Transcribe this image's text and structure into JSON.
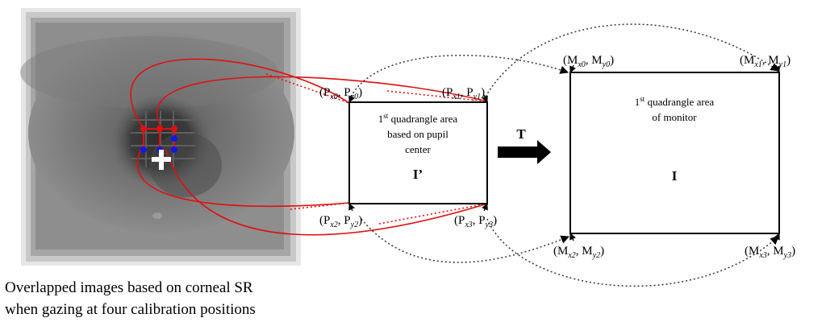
{
  "eye_panel": {
    "caption_line1": "Overlapped images based on corneal SR",
    "caption_line2": "when gazing at four calibration positions",
    "point_colors": {
      "upper": "#e01010",
      "lower": "#1515e6"
    }
  },
  "pupil_quad": {
    "text": [
      "1",
      "st",
      " quadrangle area",
      "based on pupil",
      "center"
    ],
    "symbol": "I’",
    "corners": [
      {
        "base": "(P",
        "sub1": "x0",
        "mid": ", P",
        "sub2": "y0",
        "end": ")"
      },
      {
        "base": "(P",
        "sub1": "x1",
        "mid": ", P",
        "sub2": "y1",
        "end": ")"
      },
      {
        "base": "(P",
        "sub1": "x2",
        "mid": ", P",
        "sub2": "y2",
        "end": ")"
      },
      {
        "base": "(P",
        "sub1": "x3",
        "mid": ", P",
        "sub2": "y3",
        "end": ")"
      }
    ]
  },
  "transform": {
    "label": "T"
  },
  "monitor_quad": {
    "text": [
      "1",
      "st",
      " quadrangle area",
      "of monitor"
    ],
    "symbol": "I",
    "corners": [
      {
        "base": "(M",
        "sub1": "x0",
        "mid": ", M",
        "sub2": "y0",
        "end": ")"
      },
      {
        "base": "(M",
        "sub1": "x1",
        "mid": ", M",
        "sub2": "y1",
        "end": ")"
      },
      {
        "base": "(M",
        "sub1": "x2",
        "mid": ", M",
        "sub2": "y2",
        "end": ")"
      },
      {
        "base": "(M",
        "sub1": "x3",
        "mid": ", M",
        "sub2": "y3",
        "end": ")"
      }
    ]
  },
  "colors": {
    "eye_curves": "#e01010",
    "mapping_curves": "#333333"
  }
}
